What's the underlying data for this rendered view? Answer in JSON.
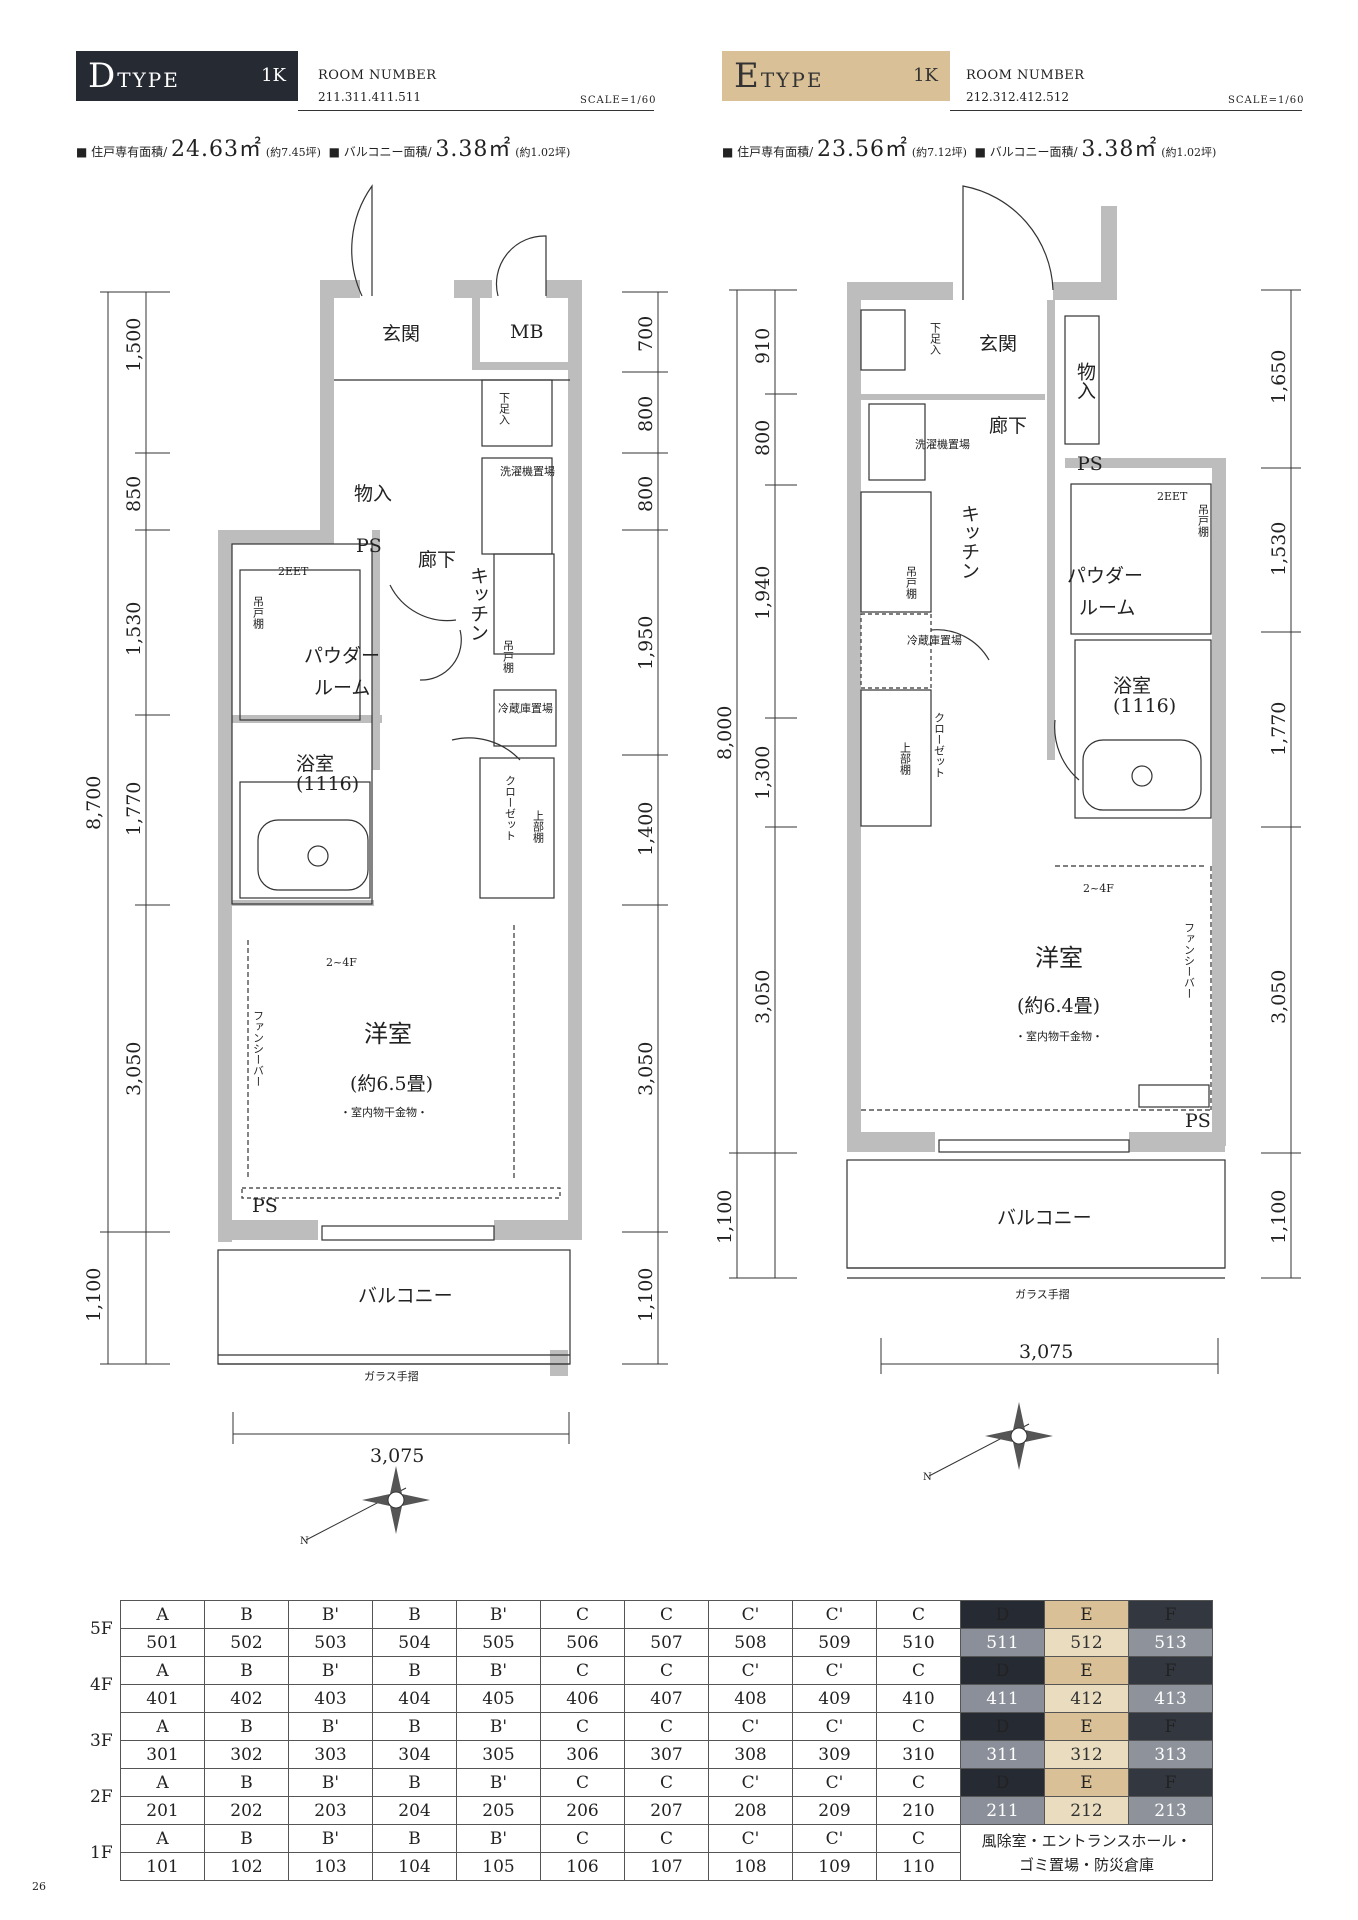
{
  "d_type": {
    "letter": "D",
    "type_word": "TYPE",
    "layout": "1K",
    "room_number_label": "ROOM NUMBER",
    "room_numbers": "211.311.411.511",
    "scale": "SCALE=1/60",
    "area_label": "住戸専有面積/",
    "area_value": "24.63㎡",
    "area_tsubo": "(約7.45坪)",
    "balcony_label": "バルコニー面積/",
    "balcony_value": "3.38㎡",
    "balcony_tsubo": "(約1.02坪)",
    "rooms": {
      "genkan": "玄関",
      "mb": "MB",
      "shoe": "下足入",
      "storage": "物入",
      "laundry": "洗濯機置場",
      "ps": "PS",
      "corridor": "廊下",
      "kitchen": "キッチン",
      "hanging_shelf": "吊戸棚",
      "powder": "パウダー",
      "powder2": "ルーム",
      "fridge": "冷蔵庫置場",
      "bath": "浴室",
      "bath_size": "(1116)",
      "closet": "クローゼット",
      "upper_shelf": "上部棚",
      "western": "洋室",
      "western_size": "(約6.5畳)",
      "drying": "・室内物干金物・",
      "fancy_bar": "ファンシーバー",
      "balcony": "バルコニー",
      "glass": "ガラス手摺",
      "floors_note": "2~4F",
      "outlet": "2EET"
    },
    "dims_left": [
      "1,500",
      "850",
      "1,530",
      "1,770",
      "3,050",
      "1,100"
    ],
    "dims_total": "8,700",
    "dims_right": [
      "700",
      "800",
      "800",
      "1,950",
      "1,400",
      "3,050",
      "1,100"
    ],
    "width": "3,075",
    "north": "N"
  },
  "e_type": {
    "letter": "E",
    "type_word": "TYPE",
    "layout": "1K",
    "room_number_label": "ROOM NUMBER",
    "room_numbers": "212.312.412.512",
    "scale": "SCALE=1/60",
    "area_label": "住戸専有面積/",
    "area_value": "23.56㎡",
    "area_tsubo": "(約7.12坪)",
    "balcony_label": "バルコニー面積/",
    "balcony_value": "3.38㎡",
    "balcony_tsubo": "(約1.02坪)",
    "rooms": {
      "genkan": "玄関",
      "shoe": "下足入",
      "storage": "物入",
      "corridor": "廊下",
      "laundry": "洗濯機置場",
      "ps": "PS",
      "kitchen": "キッチン",
      "hanging_shelf": "吊戸棚",
      "powder": "パウダー",
      "powder2": "ルーム",
      "fridge": "冷蔵庫置場",
      "bath": "浴室",
      "bath_size": "(1116)",
      "closet": "クローゼット",
      "upper_shelf": "上部棚",
      "western": "洋室",
      "western_size": "(約6.4畳)",
      "drying": "・室内物干金物・",
      "fancy_bar": "ファンシーバー",
      "balcony": "バルコニー",
      "glass": "ガラス手摺",
      "floors_note": "2~4F",
      "outlet": "2EET"
    },
    "dims_left": [
      "910",
      "800",
      "1,940",
      "1,300",
      "3,050",
      "1,100"
    ],
    "dims_total": "8,000",
    "dims_right": [
      "1,650",
      "1,530",
      "1,770",
      "3,050",
      "1,100"
    ],
    "width": "3,075",
    "north": "N"
  },
  "unit_table": {
    "floors": [
      {
        "floor": "5F",
        "types": [
          "A",
          "B",
          "B'",
          "B",
          "B'",
          "C",
          "C",
          "C'",
          "C'",
          "C",
          "D",
          "E",
          "F"
        ],
        "numbers": [
          "501",
          "502",
          "503",
          "504",
          "505",
          "506",
          "507",
          "508",
          "509",
          "510",
          "511",
          "512",
          "513"
        ]
      },
      {
        "floor": "4F",
        "types": [
          "A",
          "B",
          "B'",
          "B",
          "B'",
          "C",
          "C",
          "C'",
          "C'",
          "C",
          "D",
          "E",
          "F"
        ],
        "numbers": [
          "401",
          "402",
          "403",
          "404",
          "405",
          "406",
          "407",
          "408",
          "409",
          "410",
          "411",
          "412",
          "413"
        ]
      },
      {
        "floor": "3F",
        "types": [
          "A",
          "B",
          "B'",
          "B",
          "B'",
          "C",
          "C",
          "C'",
          "C'",
          "C",
          "D",
          "E",
          "F"
        ],
        "numbers": [
          "301",
          "302",
          "303",
          "304",
          "305",
          "306",
          "307",
          "308",
          "309",
          "310",
          "311",
          "312",
          "313"
        ]
      },
      {
        "floor": "2F",
        "types": [
          "A",
          "B",
          "B'",
          "B",
          "B'",
          "C",
          "C",
          "C'",
          "C'",
          "C",
          "D",
          "E",
          "F"
        ],
        "numbers": [
          "201",
          "202",
          "203",
          "204",
          "205",
          "206",
          "207",
          "208",
          "209",
          "210",
          "211",
          "212",
          "213"
        ]
      },
      {
        "floor": "1F",
        "types": [
          "A",
          "B",
          "B'",
          "B",
          "B'",
          "C",
          "C",
          "C'",
          "C'",
          "C"
        ],
        "numbers": [
          "101",
          "102",
          "103",
          "104",
          "105",
          "106",
          "107",
          "108",
          "109",
          "110"
        ],
        "note_line1": "風除室・エントランスホール・",
        "note_line2": "ゴミ置場・防災倉庫"
      }
    ]
  },
  "page_number": "26"
}
